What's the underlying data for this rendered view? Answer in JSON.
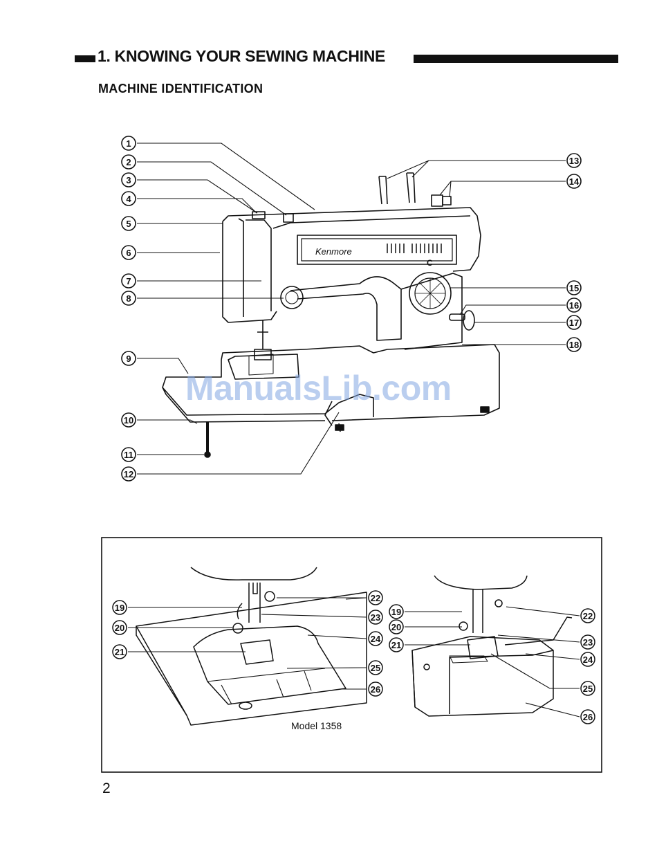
{
  "page_title": "1. KNOWING YOUR SEWING MACHINE",
  "section_title": "MACHINE IDENTIFICATION",
  "brand_logo": "Kenmore",
  "dial_letter": "C",
  "model_label": "Model 1358",
  "page_number": "2",
  "watermark": "ManualsLib.com",
  "callouts_main": [
    "1",
    "2",
    "3",
    "4",
    "5",
    "6",
    "7",
    "8",
    "9",
    "10",
    "11",
    "12",
    "13",
    "14",
    "15",
    "16",
    "17",
    "18"
  ],
  "callouts_left_inset": [
    "19",
    "20",
    "21",
    "22",
    "23",
    "24",
    "25",
    "26"
  ],
  "callouts_right_inset": [
    "19",
    "20",
    "21",
    "22",
    "23",
    "24",
    "25",
    "26"
  ]
}
